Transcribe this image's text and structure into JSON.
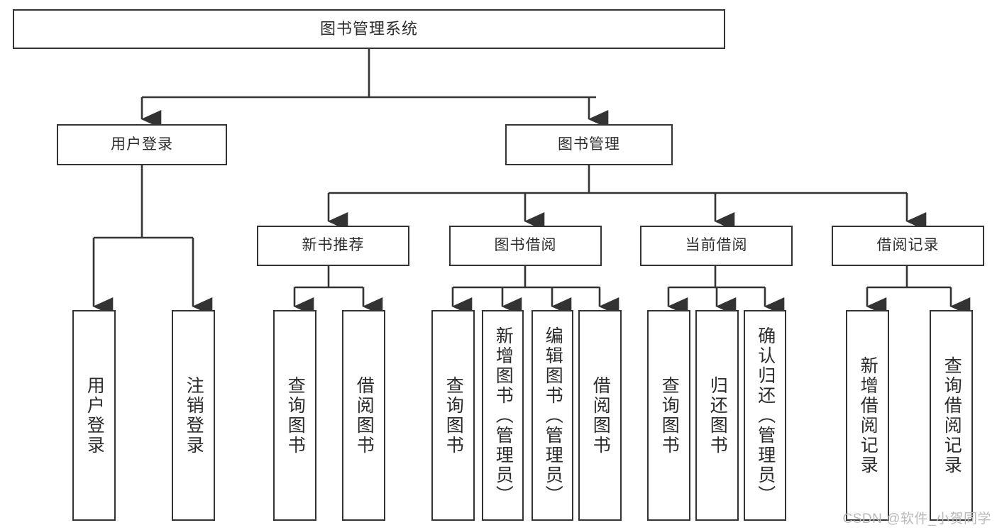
{
  "diagram": {
    "title": "图书管理系统",
    "watermark": "CSDN @软件_小贺同学",
    "colors": {
      "stroke": "#333333",
      "box_fill": "#ffffff",
      "text": "#2b2b2b",
      "watermark": "#b9b9b9",
      "background": "#ffffff"
    },
    "nodes": {
      "root": {
        "label": "图书管理系统",
        "level": 0,
        "orientation": "horizontal"
      },
      "user_login": {
        "label": "用户登录",
        "level": 1,
        "orientation": "horizontal"
      },
      "book_manage": {
        "label": "图书管理",
        "level": 1,
        "orientation": "horizontal"
      },
      "new_book_rec": {
        "label": "新书推荐",
        "level": 2,
        "orientation": "horizontal"
      },
      "book_borrow": {
        "label": "图书借阅",
        "level": 2,
        "orientation": "horizontal"
      },
      "current_borrow": {
        "label": "当前借阅",
        "level": 2,
        "orientation": "horizontal"
      },
      "borrow_record": {
        "label": "借阅记录",
        "level": 2,
        "orientation": "horizontal"
      },
      "leaf_user_login": {
        "label": "用户登录",
        "level": 3,
        "orientation": "vertical"
      },
      "leaf_logout": {
        "label": "注销登录",
        "level": 3,
        "orientation": "vertical"
      },
      "leaf_query_book_1": {
        "label": "查询图书",
        "level": 3,
        "orientation": "vertical"
      },
      "leaf_borrow_book_1": {
        "label": "借阅图书",
        "level": 3,
        "orientation": "vertical"
      },
      "leaf_query_book_2": {
        "label": "查询图书",
        "level": 3,
        "orientation": "vertical"
      },
      "leaf_add_book": {
        "label": "新增图书（管理员）",
        "level": 3,
        "orientation": "vertical"
      },
      "leaf_edit_book": {
        "label": "编辑图书（管理员）",
        "level": 3,
        "orientation": "vertical"
      },
      "leaf_borrow_book_2": {
        "label": "借阅图书",
        "level": 3,
        "orientation": "vertical"
      },
      "leaf_query_book_3": {
        "label": "查询图书",
        "level": 3,
        "orientation": "vertical"
      },
      "leaf_return_book": {
        "label": "归还图书",
        "level": 3,
        "orientation": "vertical"
      },
      "leaf_confirm_return": {
        "label": "确认归还（管理员）",
        "level": 3,
        "orientation": "vertical"
      },
      "leaf_add_record": {
        "label": "新增借阅记录",
        "level": 3,
        "orientation": "vertical"
      },
      "leaf_query_record": {
        "label": "查询借阅记录",
        "level": 3,
        "orientation": "vertical"
      }
    },
    "edges": [
      {
        "from": "root",
        "to": "user_login"
      },
      {
        "from": "root",
        "to": "book_manage"
      },
      {
        "from": "book_manage",
        "to": "new_book_rec"
      },
      {
        "from": "book_manage",
        "to": "book_borrow"
      },
      {
        "from": "book_manage",
        "to": "current_borrow"
      },
      {
        "from": "book_manage",
        "to": "borrow_record"
      },
      {
        "from": "user_login",
        "to": "leaf_user_login"
      },
      {
        "from": "user_login",
        "to": "leaf_logout"
      },
      {
        "from": "new_book_rec",
        "to": "leaf_query_book_1"
      },
      {
        "from": "new_book_rec",
        "to": "leaf_borrow_book_1"
      },
      {
        "from": "book_borrow",
        "to": "leaf_query_book_2"
      },
      {
        "from": "book_borrow",
        "to": "leaf_add_book"
      },
      {
        "from": "book_borrow",
        "to": "leaf_edit_book"
      },
      {
        "from": "book_borrow",
        "to": "leaf_borrow_book_2"
      },
      {
        "from": "current_borrow",
        "to": "leaf_query_book_3"
      },
      {
        "from": "current_borrow",
        "to": "leaf_return_book"
      },
      {
        "from": "current_borrow",
        "to": "leaf_confirm_return"
      },
      {
        "from": "borrow_record",
        "to": "leaf_add_record"
      },
      {
        "from": "borrow_record",
        "to": "leaf_query_record"
      }
    ]
  }
}
